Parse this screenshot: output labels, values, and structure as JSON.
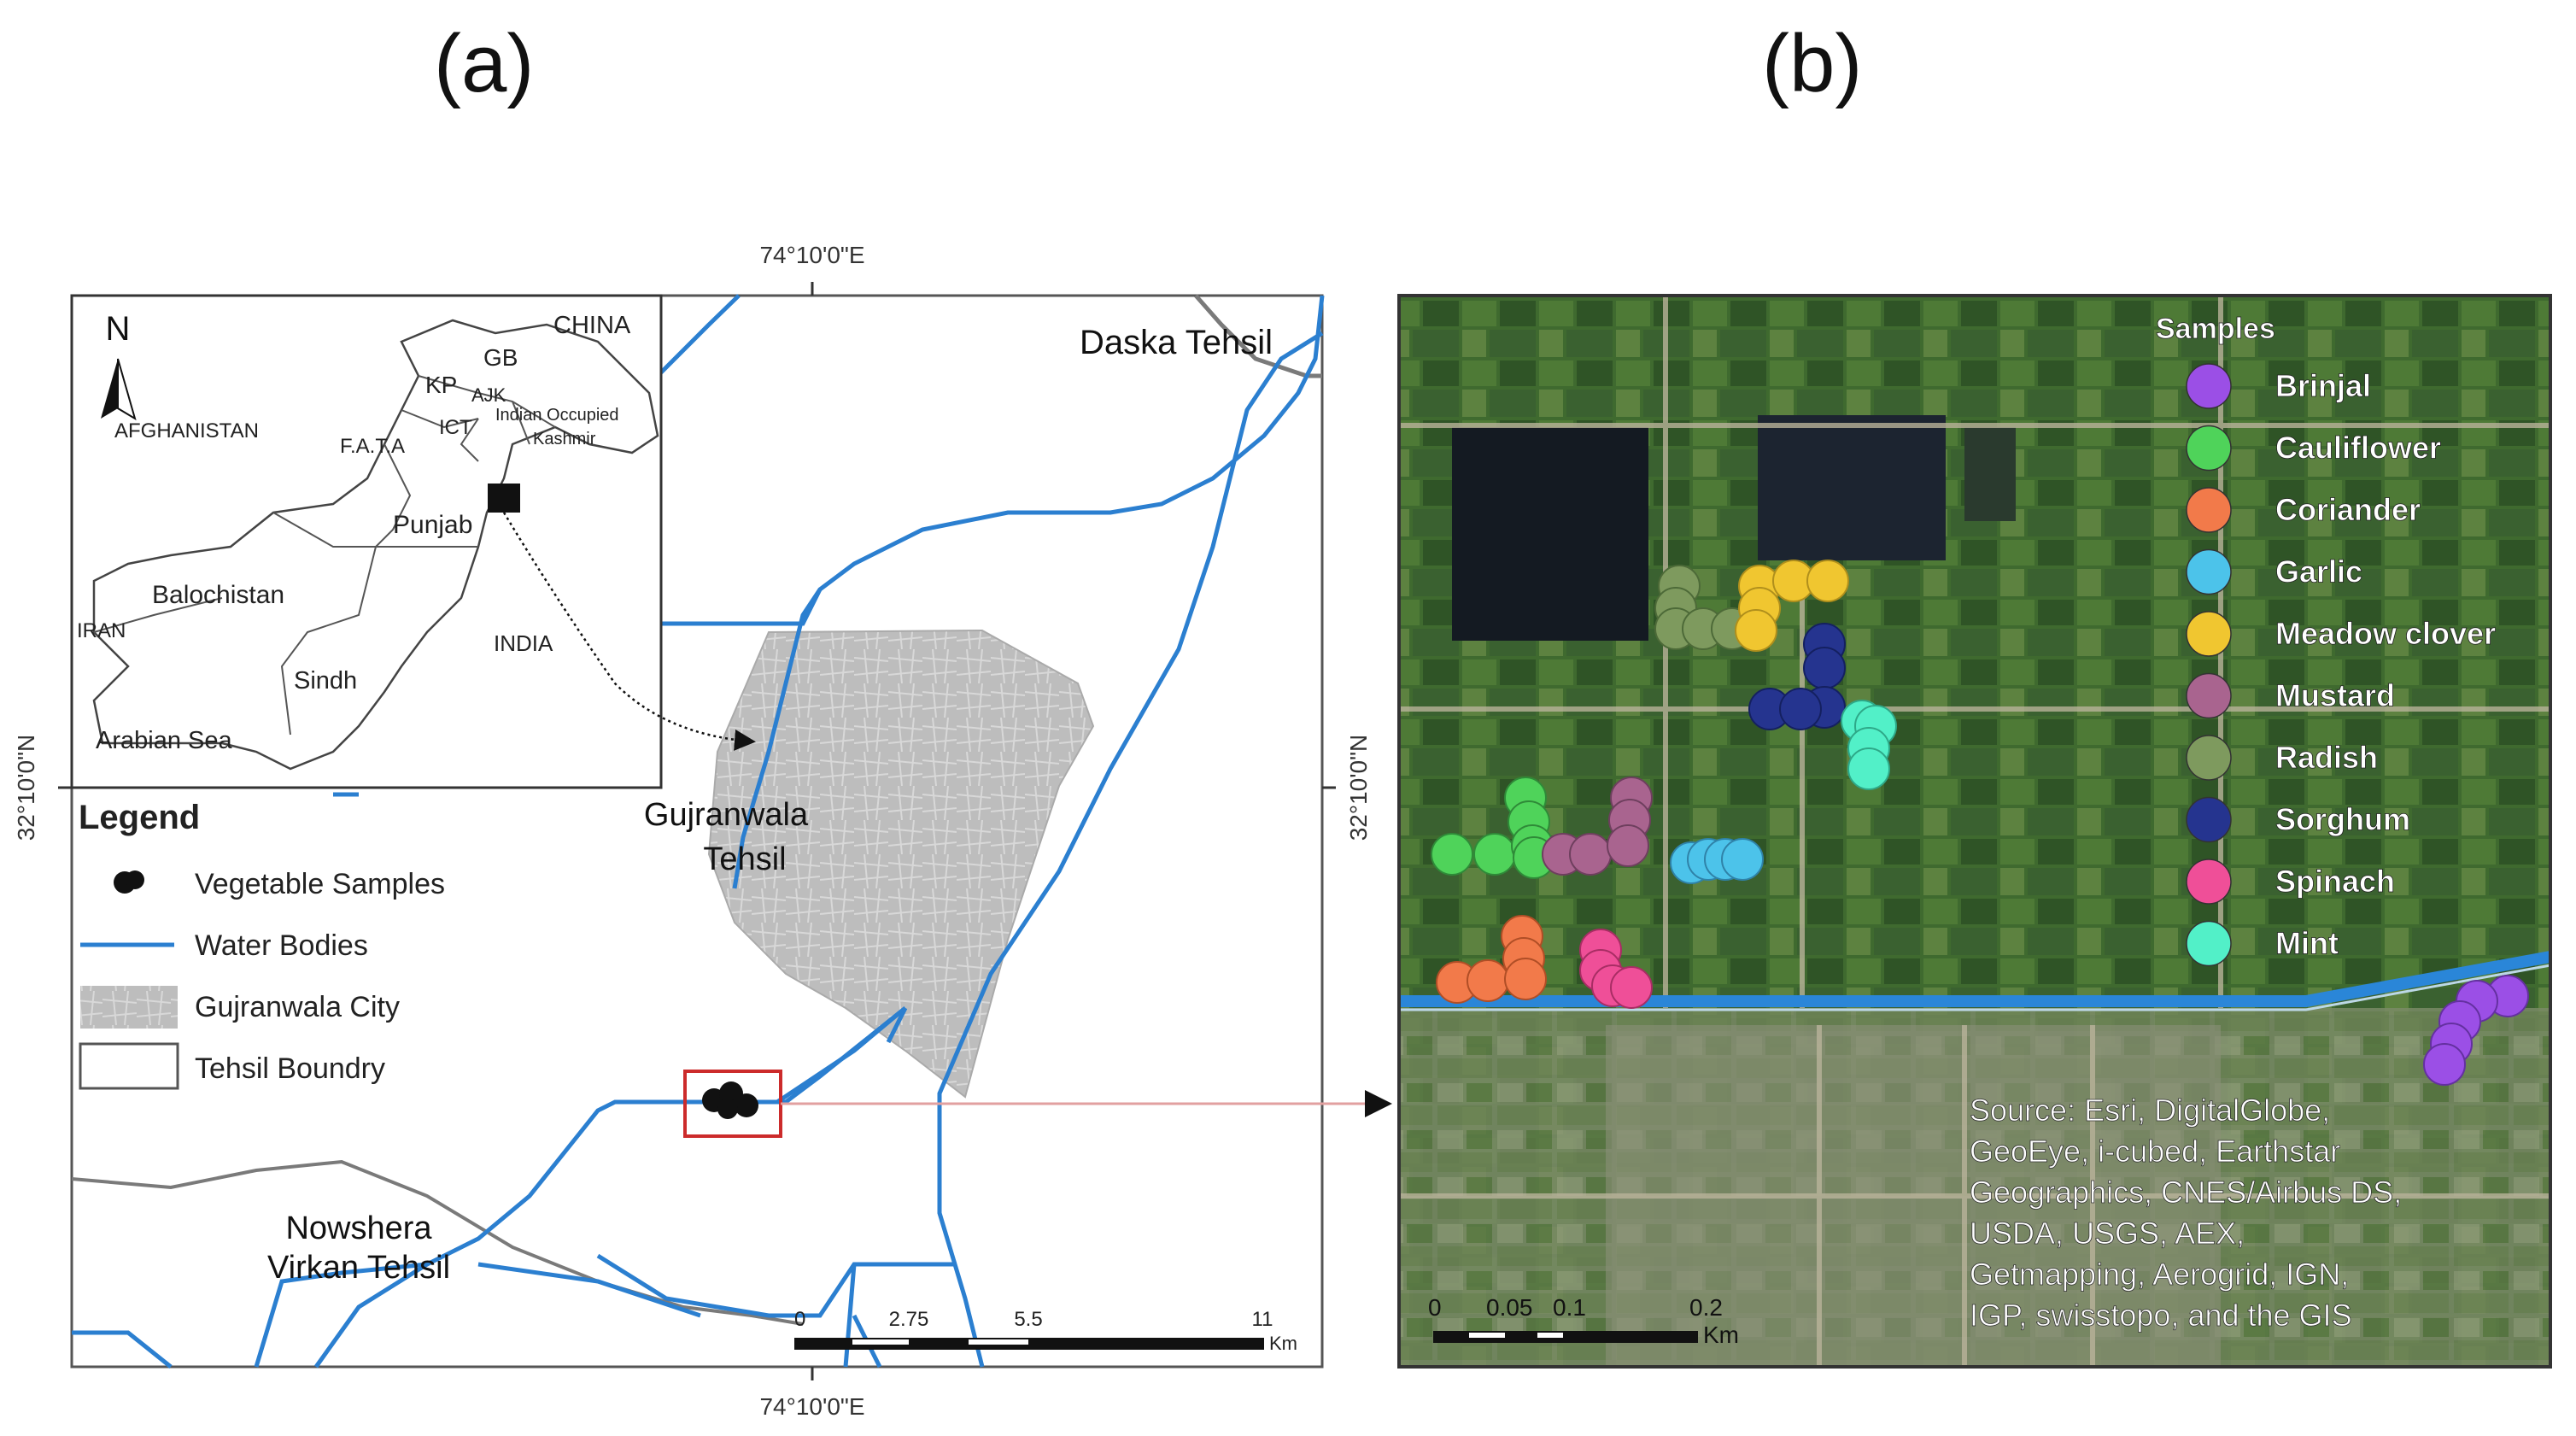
{
  "panels": {
    "a": "(a)",
    "b": "(b)"
  },
  "map_a": {
    "coord_top": "74°10'0\"E",
    "coord_bottom": "74°10'0\"E",
    "coord_left": "32°10'0\"N",
    "coord_right": "32°10'0\"N",
    "tehsil_daska": "Daska Tehsil",
    "tehsil_gujranwala_1": "Gujranwala",
    "tehsil_gujranwala_2": "Tehsil",
    "tehsil_nowshera_1": "Nowshera",
    "tehsil_nowshera_2": "Virkan Tehsil",
    "inset": {
      "north": "N",
      "china": "CHINA",
      "gb": "GB",
      "kp": "KP",
      "ajk": "AJK",
      "ioc_1": "Indian Occupied",
      "ioc_2": "Kashmir",
      "ict": "ICT",
      "afghanistan": "AFGHANISTAN",
      "fata": "F.A.T.A",
      "punjab": "Punjab",
      "balochistan": "Balochistan",
      "iran": "IRAN",
      "sindh": "Sindh",
      "india": "INDIA",
      "arabian_sea": "Arabian Sea"
    },
    "legend": {
      "title": "Legend",
      "items": [
        "Vegetable Samples",
        "Water Bodies",
        "Gujranwala City",
        "Tehsil Boundry"
      ]
    },
    "scale": {
      "ticks": [
        "0",
        "2.75",
        "5.5",
        "11"
      ],
      "unit": "Km"
    },
    "colors": {
      "water": "#2b7fd0",
      "city": "#b9b9b9",
      "boundary": "#7a7a7a",
      "highlight": "#cc2b2b"
    }
  },
  "map_b": {
    "legend": {
      "title": "Samples",
      "items": [
        {
          "name": "Brinjal",
          "color": "#9b4fe6"
        },
        {
          "name": "Cauliflower",
          "color": "#4fd35a"
        },
        {
          "name": "Coriander",
          "color": "#f27a4a"
        },
        {
          "name": "Garlic",
          "color": "#4cc3ea"
        },
        {
          "name": "Meadow clover",
          "color": "#f0c630"
        },
        {
          "name": "Mustard",
          "color": "#a9648f"
        },
        {
          "name": "Radish",
          "color": "#7e9a5e"
        },
        {
          "name": "Sorghum",
          "color": "#25348f"
        },
        {
          "name": "Spinach",
          "color": "#ef4f98"
        },
        {
          "name": "Mint",
          "color": "#52f0c8"
        }
      ]
    },
    "source_lines": [
      "Source: Esri, DigitalGlobe,",
      "GeoEye, i-cubed, Earthstar",
      "Geographics, CNES/Airbus DS,",
      "USDA, USGS, AEX,",
      "Getmapping, Aerogrid, IGN,",
      "IGP, swisstopo, and the GIS"
    ],
    "scale": {
      "ticks": [
        "0",
        "0.05",
        "0.1",
        "0.2"
      ],
      "unit": "Km"
    }
  }
}
